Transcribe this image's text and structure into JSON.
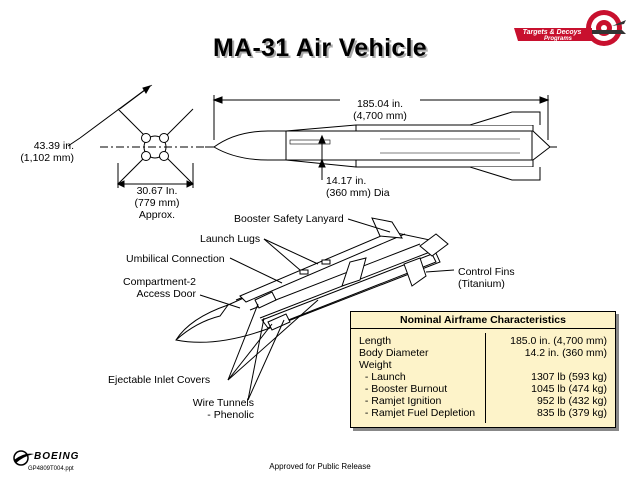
{
  "title": "MA-31 Air Vehicle",
  "dims": {
    "span": "43.39 in.\n(1,102 mm)",
    "root": "30.67 In.\n(779 mm)\nApprox.",
    "length": "185.04 in.\n(4,700 mm)",
    "dia": "14.17 in.\n(360 mm) Dia"
  },
  "callouts": {
    "booster_lanyard": "Booster Safety Lanyard",
    "launch_lugs": "Launch Lugs",
    "umbilical": "Umbilical Connection",
    "compartment": "Compartment-2\nAccess Door",
    "control_fins": "Control Fins\n(Titanium)",
    "inlet_covers": "Ejectable Inlet Covers",
    "wire_tunnels": "Wire Tunnels\n- Phenolic"
  },
  "table": {
    "header": "Nominal Airframe  Characteristics",
    "rows": [
      {
        "k": "Length",
        "v": "185.0 in. (4,700 mm)"
      },
      {
        "k": "Body Diameter",
        "v": "14.2 in. (360 mm)"
      },
      {
        "k": "Weight",
        "v": ""
      },
      {
        "k": "  - Launch",
        "v": "1307 lb (593 kg)"
      },
      {
        "k": "  - Booster Burnout",
        "v": "1045 lb (474 kg)"
      },
      {
        "k": "  - Ramjet Ignition",
        "v": "952 lb (432 kg)"
      },
      {
        "k": "  - Ramjet Fuel Depletion",
        "v": "835 lb (379 kg)"
      }
    ]
  },
  "logo_text": "Targets & Decoys\nPrograms",
  "boeing": "BOEING",
  "file_ref": "GP4809T004.ppt",
  "footer": "Approved for Public Release",
  "colors": {
    "logo_red": "#c8102e",
    "table_bg": "#fdf3c9"
  }
}
